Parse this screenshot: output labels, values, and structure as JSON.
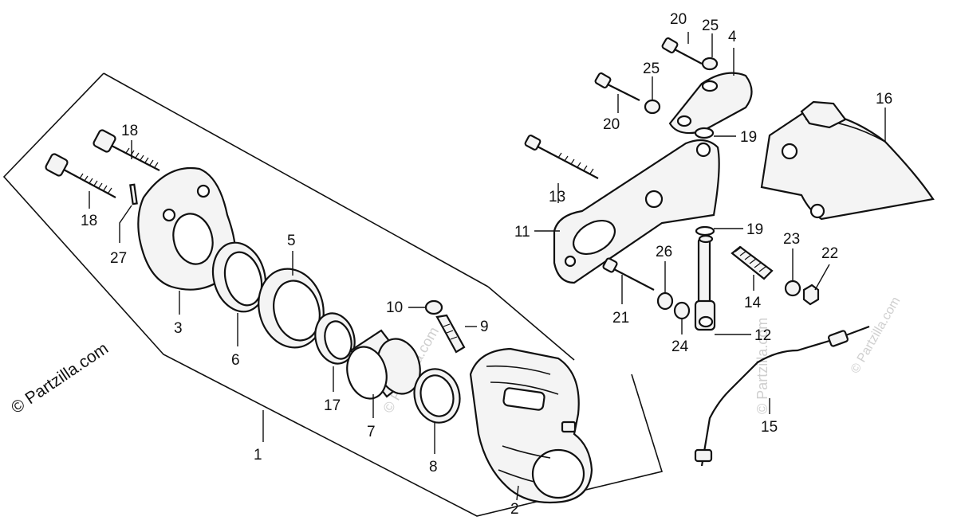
{
  "watermark": {
    "diagonal": "© Partzilla.com",
    "faint": "© Partzilla.com"
  },
  "callouts": {
    "c1": "1",
    "c2": "2",
    "c3": "3",
    "c4": "4",
    "c5": "5",
    "c6": "6",
    "c7": "7",
    "c8": "8",
    "c9": "9",
    "c10": "10",
    "c11": "11",
    "c12": "12",
    "c13": "13",
    "c14": "14",
    "c15": "15",
    "c16": "16",
    "c17": "17",
    "c18a": "18",
    "c18b": "18",
    "c19a": "19",
    "c19b": "19",
    "c20a": "20",
    "c20b": "20",
    "c21": "21",
    "c22": "22",
    "c23": "23",
    "c24": "24",
    "c25a": "25",
    "c25b": "25",
    "c26": "26",
    "c27": "27"
  },
  "colors": {
    "line": "#111111",
    "watermark": "#cfcfcf",
    "background": "#ffffff"
  }
}
